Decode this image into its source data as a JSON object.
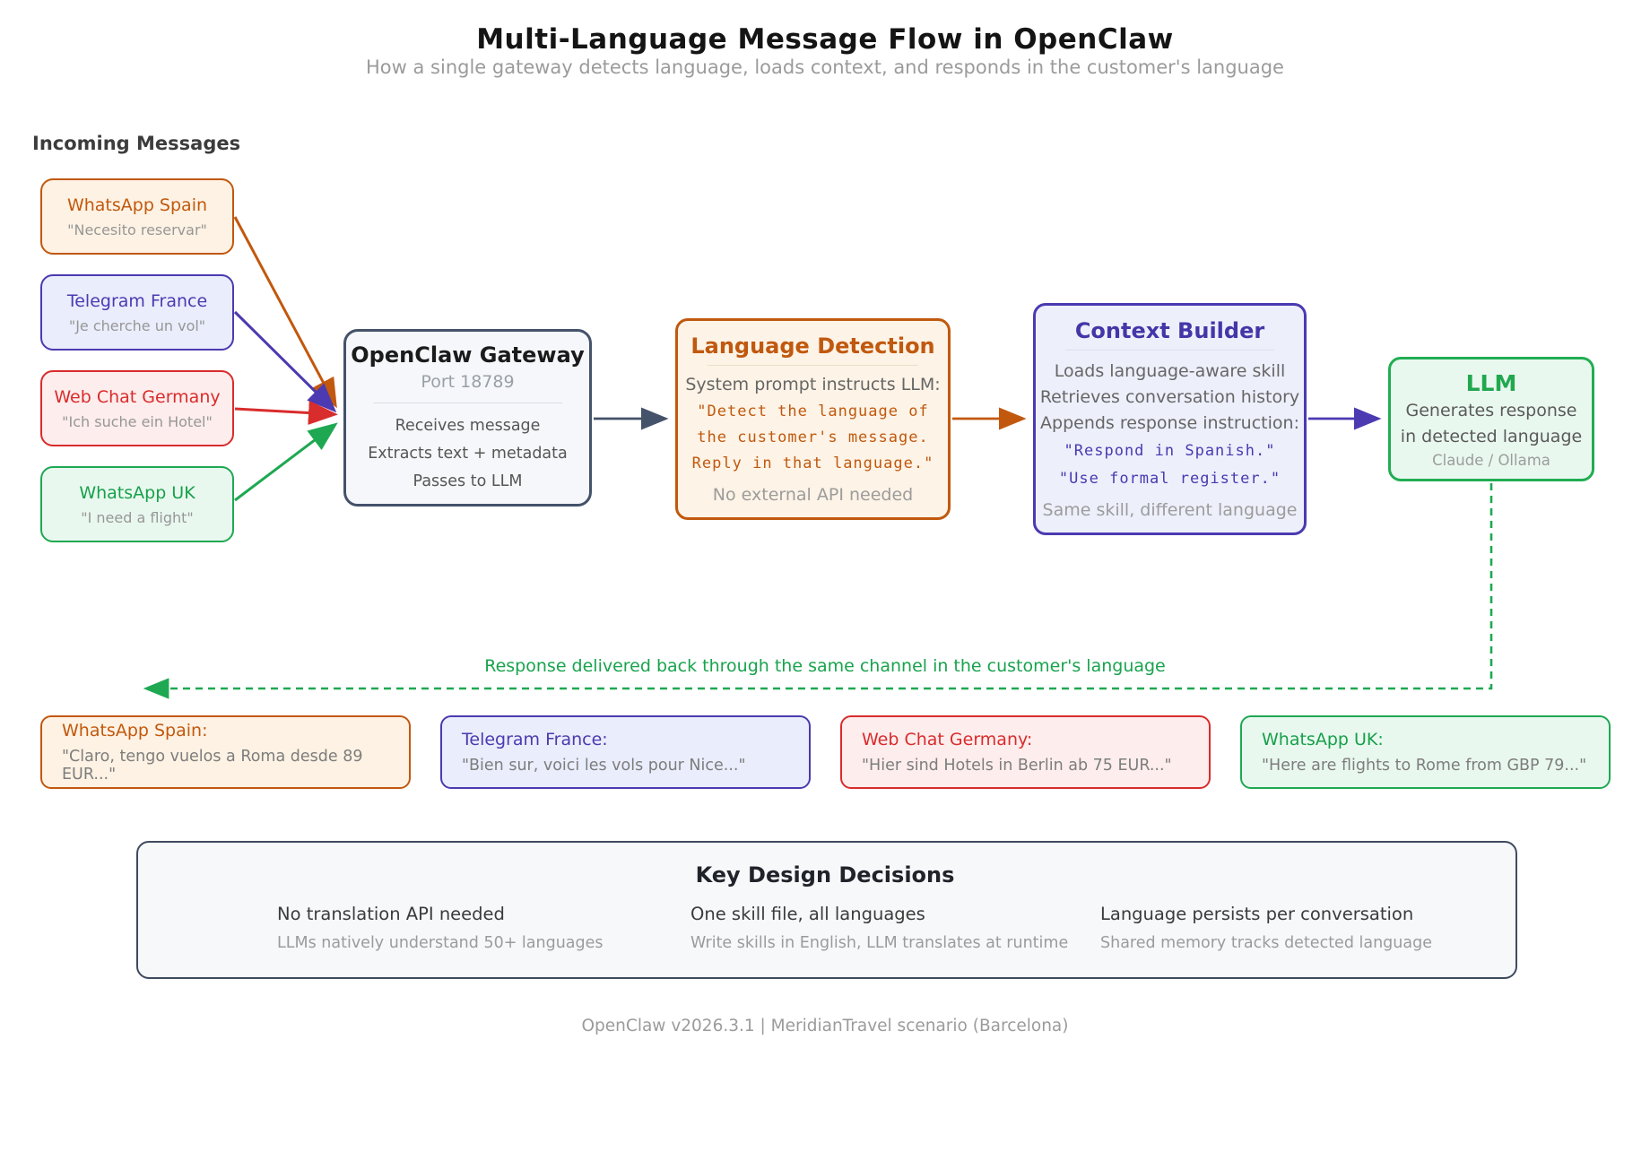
{
  "title": "Multi-Language Message Flow in OpenClaw",
  "subtitle": "How a single gateway detects language, loads context, and responds in the customer's language",
  "incoming": {
    "heading": "Incoming Messages",
    "channels": [
      {
        "name": "WhatsApp Spain",
        "message": "\"Necesito reservar\""
      },
      {
        "name": "Telegram France",
        "message": "\"Je cherche un vol\""
      },
      {
        "name": "Web Chat Germany",
        "message": "\"Ich suche ein Hotel\""
      },
      {
        "name": "WhatsApp UK",
        "message": "\"I need a flight\""
      }
    ]
  },
  "gateway": {
    "title": "OpenClaw Gateway",
    "port": "Port 18789",
    "lines": [
      "Receives message",
      "Extracts text + metadata",
      "Passes to LLM"
    ]
  },
  "language_detection": {
    "title": "Language Detection",
    "intro": "System prompt instructs LLM:",
    "prompt_lines": [
      "\"Detect the language of",
      "the customer's message.",
      "Reply in that language.\""
    ],
    "note": "No external API needed"
  },
  "context_builder": {
    "title": "Context Builder",
    "lines": [
      "Loads language-aware skill",
      "Retrieves conversation history",
      "Appends response instruction:"
    ],
    "code_lines": [
      "\"Respond in Spanish.\"",
      "\"Use formal register.\""
    ],
    "note": "Same skill, different language"
  },
  "llm": {
    "title": "LLM",
    "lines": [
      "Generates response",
      "in detected language"
    ],
    "note": "Claude / Ollama"
  },
  "return_flow": {
    "label": "Response delivered back through the same channel in the customer's language"
  },
  "responses": [
    {
      "channel": "WhatsApp Spain:",
      "message": "\"Claro, tengo vuelos a Roma desde 89 EUR...\""
    },
    {
      "channel": "Telegram France:",
      "message": "\"Bien sur, voici les vols pour Nice...\""
    },
    {
      "channel": "Web Chat Germany:",
      "message": "\"Hier sind Hotels in Berlin ab 75 EUR...\""
    },
    {
      "channel": "WhatsApp UK:",
      "message": "\"Here are flights to Rome from GBP 79...\""
    }
  ],
  "key_decisions": {
    "title": "Key Design Decisions",
    "items": [
      {
        "heading": "No translation API needed",
        "detail": "LLMs natively understand 50+ languages"
      },
      {
        "heading": "One skill file, all languages",
        "detail": "Write skills in English, LLM translates at runtime"
      },
      {
        "heading": "Language persists per conversation",
        "detail": "Shared memory tracks detected language"
      }
    ]
  },
  "footer": "OpenClaw v2026.3.1 | MeridianTravel scenario (Barcelona)",
  "colors": {
    "orange": "#c2580e",
    "indigo": "#4b3ab1",
    "red": "#d92c2c",
    "green": "#1fa852",
    "slate": "#44526a"
  }
}
